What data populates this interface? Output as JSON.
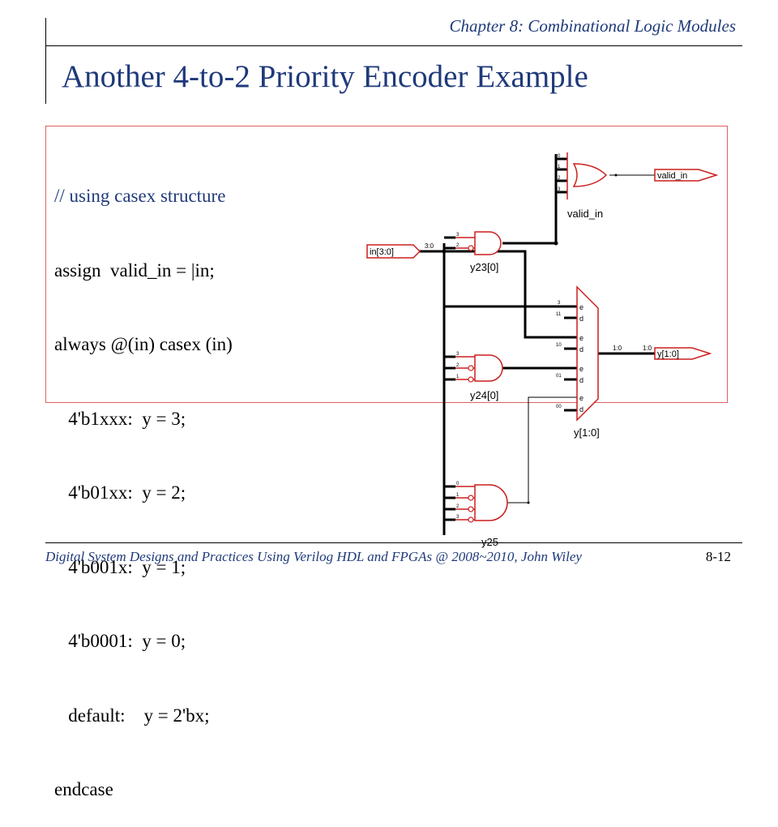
{
  "header": {
    "chapter": "Chapter 8: Combinational Logic Modules",
    "title": "Another 4-to-2 Priority Encoder Example"
  },
  "code": {
    "lines": [
      "// using casex structure",
      "assign  valid_in = |in;",
      "always @(in) casex (in)",
      "   4'b1xxx:  y = 3;",
      "   4'b01xx:  y = 2;",
      "   4'b001x:  y = 1;",
      "   4'b0001:  y = 0;",
      "   default:    y = 2'bx;",
      "endcase"
    ]
  },
  "schematic": {
    "input_port": "in[3:0]",
    "input_bus": "3:0",
    "valid_output_port": "valid_in",
    "valid_gate": "valid_in",
    "y_output_port": "y[1:0]",
    "y_bus_left": "1:0",
    "y_bus_right": "1:0",
    "mux": "y[1:0]",
    "mux_pins": [
      "e",
      "d",
      "e",
      "d",
      "e",
      "d",
      "e",
      "d"
    ],
    "mux_consts": [
      "11",
      "10",
      "01",
      "00"
    ],
    "gates": [
      "y23[0]",
      "y24[0]",
      "y25"
    ],
    "bit_labels": {
      "valid": [
        "0",
        "1",
        "2",
        "3"
      ],
      "y23": [
        "3",
        "2"
      ],
      "mux_sel": "3",
      "y24": [
        "3",
        "2",
        "1"
      ],
      "y25": [
        "0",
        "1",
        "2",
        "3"
      ]
    },
    "colors": {
      "gate": "#cc1f1f",
      "wire": "#000000"
    }
  },
  "footer": {
    "text": "Digital System Designs and Practices Using Verilog HDL and FPGAs @ 2008~2010, John Wiley",
    "page": "8-12"
  }
}
